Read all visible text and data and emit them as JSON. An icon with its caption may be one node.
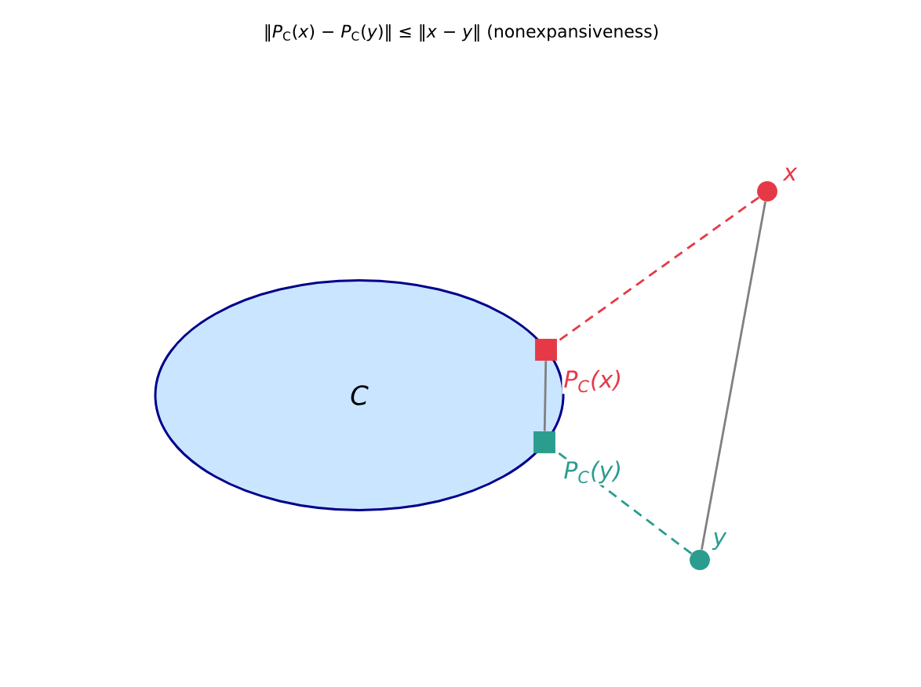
{
  "diagram": {
    "title": "‖*P*$_{C}$(*x*) − *P*$_{C}$(*y*)‖ ≤ ‖*x* − *y*‖ (nonexpansiveness)",
    "nodes": [
      {
        "text": [
          "C"
        ]
      },
      {
        "text": [],
        "shape": "circle",
        "beside": [
          "x"
        ]
      },
      {
        "text": [],
        "shape": "box",
        "beside": [
          "P$_{C}$(x)"
        ],
        "in": 0
      },
      {
        "text": [],
        "shape": "box",
        "beside": [
          "P$_{C}$(y)"
        ],
        "in": 0
      },
      {
        "text": [],
        "shape": "circle",
        "beside": [
          "y"
        ]
      }
    ],
    "edges": [
      {
        "from": 1,
        "to": 2,
        "arrow": "none",
        "style": "dashed",
        "color": "#e63946"
      },
      {
        "from": 4,
        "to": 3,
        "arrow": "none",
        "style": "dashed",
        "color": "#2a9d8f"
      },
      {
        "from": 2,
        "to": 3,
        "arrow": "none"
      },
      {
        "from": 1,
        "to": 4,
        "arrow": "none"
      }
    ]
  }
}
